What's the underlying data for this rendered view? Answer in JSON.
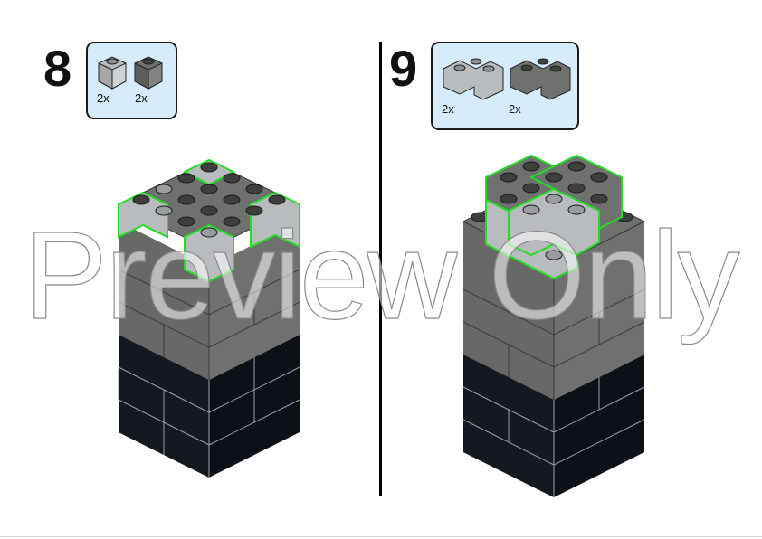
{
  "steps": [
    {
      "number": "8",
      "parts": [
        {
          "qty": "2x",
          "color": "#b9bcbf"
        },
        {
          "qty": "2x",
          "color": "#6f716f"
        }
      ]
    },
    {
      "number": "9",
      "parts": [
        {
          "qty": "2x",
          "color": "#b9bcbf"
        },
        {
          "qty": "2x",
          "color": "#6f716f"
        }
      ]
    }
  ],
  "watermark": "Preview Only",
  "colors": {
    "parts_box_bg": "#d6ecfb",
    "dark_gray_brick": "#6f716f",
    "light_gray_brick": "#b9bcbf",
    "black_brick": "#0d1016",
    "new_part_outline": "#22dd22"
  }
}
